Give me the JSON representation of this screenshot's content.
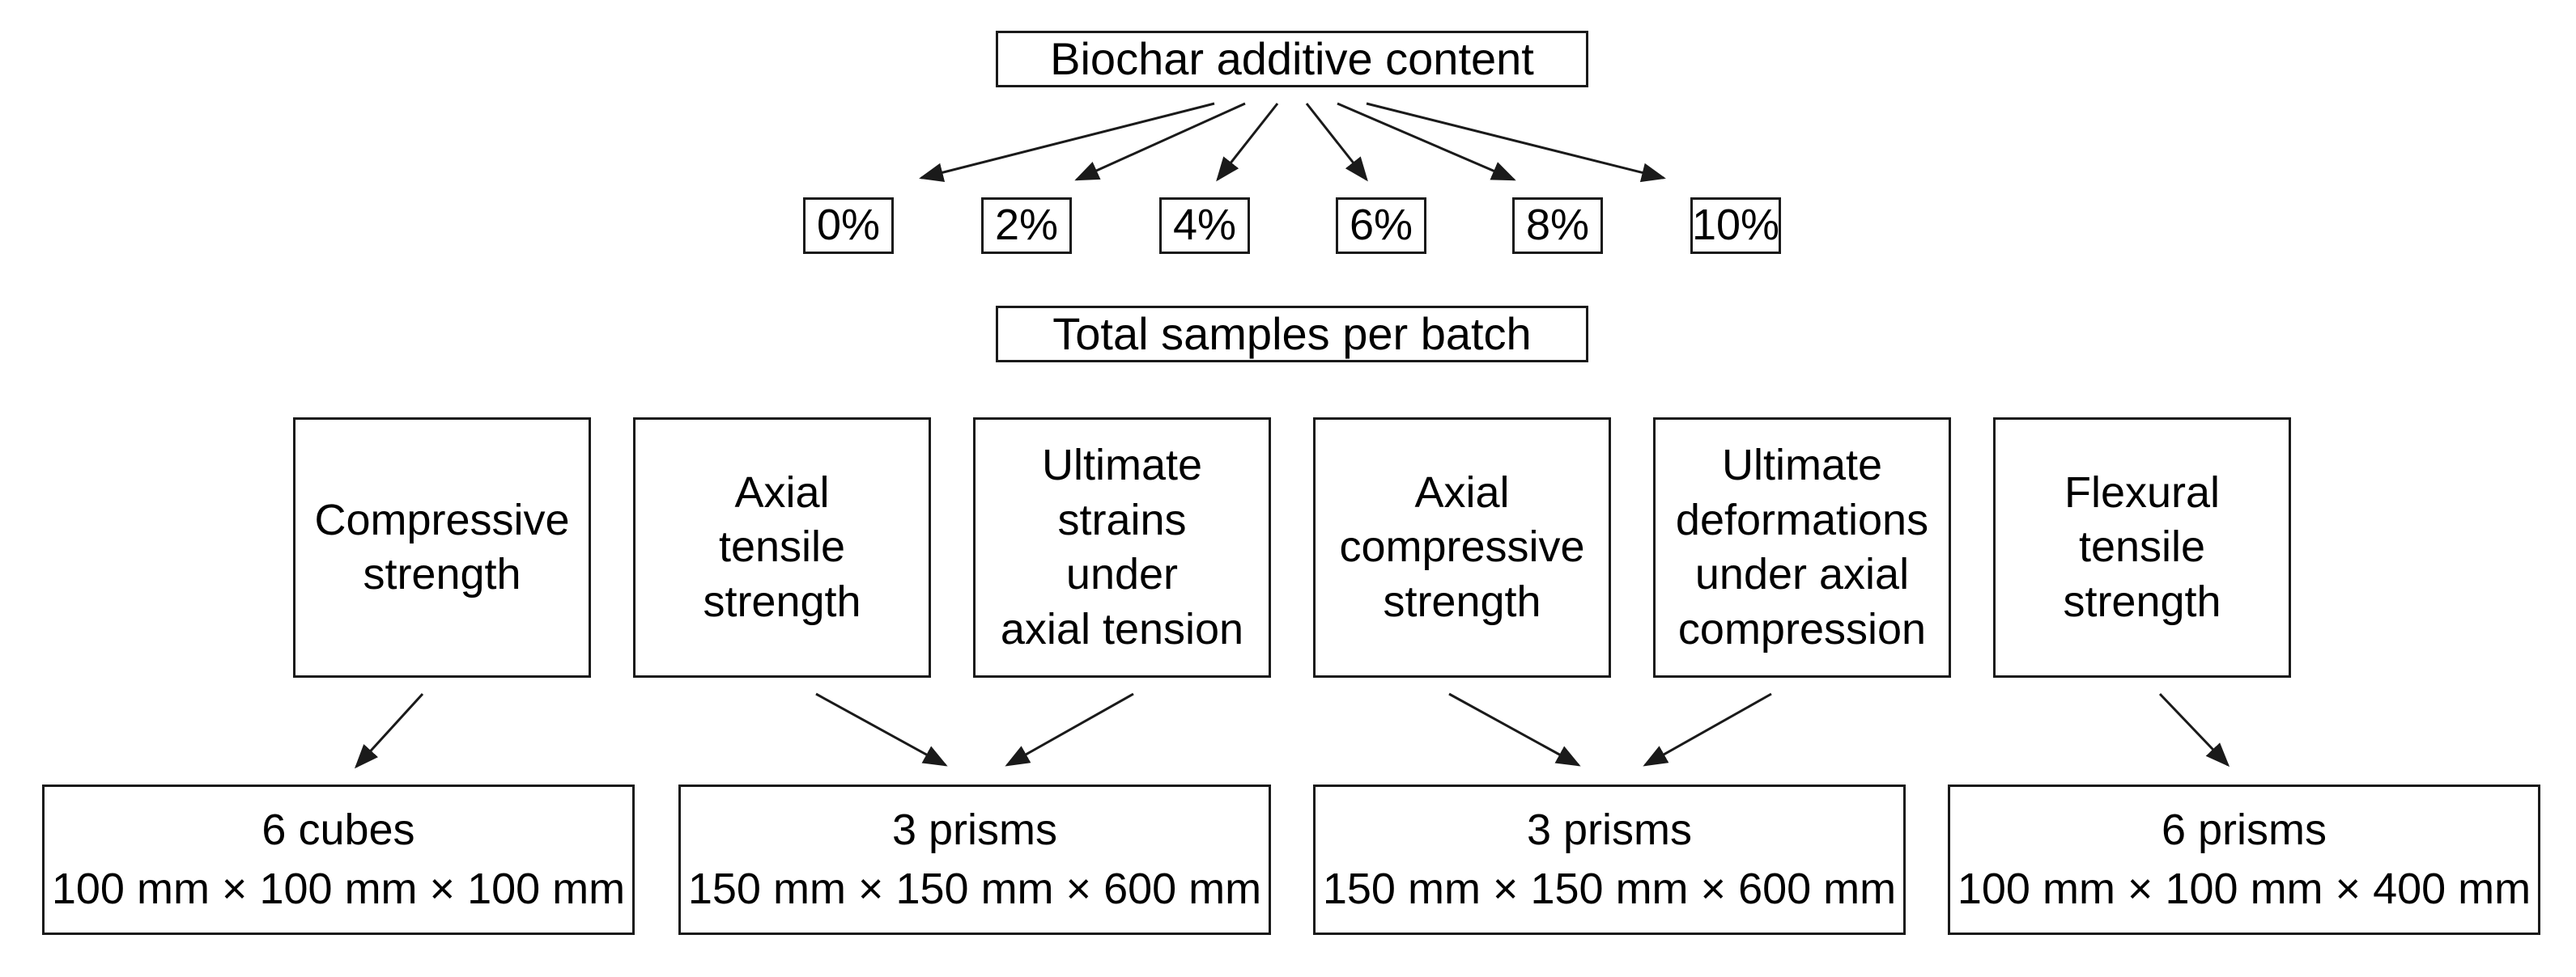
{
  "header_top": "Biochar additive content",
  "percentages": [
    "0%",
    "2%",
    "4%",
    "6%",
    "8%",
    "10%"
  ],
  "header_middle": "Total samples per batch",
  "tests": [
    "Compressive\nstrength",
    "Axial\ntensile\nstrength",
    "Ultimate\nstrains\nunder\naxial tension",
    "Axial\ncompressive\nstrength",
    "Ultimate\ndeformations\nunder axial\ncompression",
    "Flexural\ntensile\nstrength"
  ],
  "specimens": [
    {
      "count": "6 cubes",
      "size": "100 mm × 100 mm × 100 mm"
    },
    {
      "count": "3 prisms",
      "size": "150 mm × 150 mm × 600 mm"
    },
    {
      "count": "3 prisms",
      "size": "150 mm × 150 mm × 600 mm"
    },
    {
      "count": "6 prisms",
      "size": "100 mm × 100 mm × 400 mm"
    }
  ]
}
